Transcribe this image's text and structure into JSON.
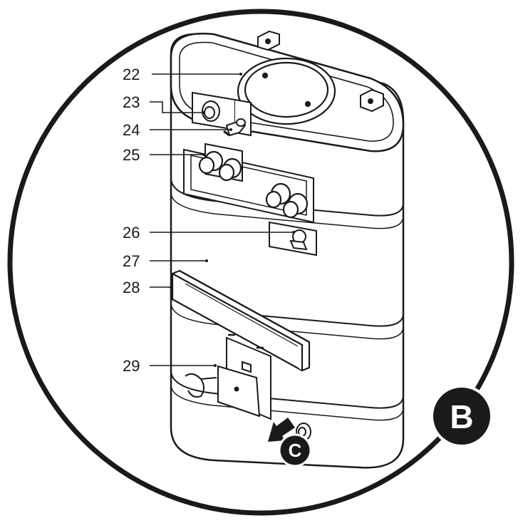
{
  "callouts": {
    "c22": "22",
    "c23": "23",
    "c24": "24",
    "c25": "25",
    "c26": "26",
    "c27": "27",
    "c28": "28",
    "c29": "29"
  },
  "badges": {
    "view": "B",
    "arrow": "C"
  },
  "colors": {
    "line": "#1a1a1a",
    "paper": "#ffffff",
    "badge": "#1a1a1a"
  }
}
